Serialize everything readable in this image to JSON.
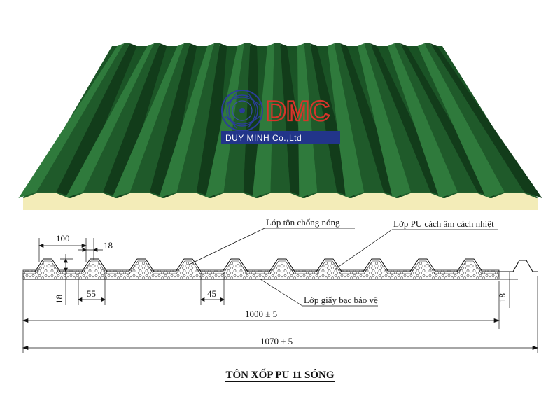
{
  "brand": {
    "name": "DMC",
    "company": "DUY MINH Co.,Ltd",
    "color_main": "#d8342a",
    "color_bar": "#22358a"
  },
  "colors": {
    "panel_green": "#1f5a2a",
    "panel_dark": "#123c1a",
    "panel_light": "#2f7a3c",
    "foam": "#f3ecb8"
  },
  "labels": {
    "top_sheet": "Lớp tôn chống nóng",
    "pu_layer": "Lớp PU cách âm cách nhiệt",
    "foil_layer": "Lớp giấy bạc bảo vệ"
  },
  "dimensions": {
    "rib_pitch": "100",
    "rib_top": "18",
    "rib_height": "18",
    "rib_base": "55",
    "valley": "45",
    "edge_height": "18",
    "effective_width": "1000 ± 5",
    "total_width": "1070 ± 5"
  },
  "title": "TÔN XỐP PU 11 SÓNG"
}
